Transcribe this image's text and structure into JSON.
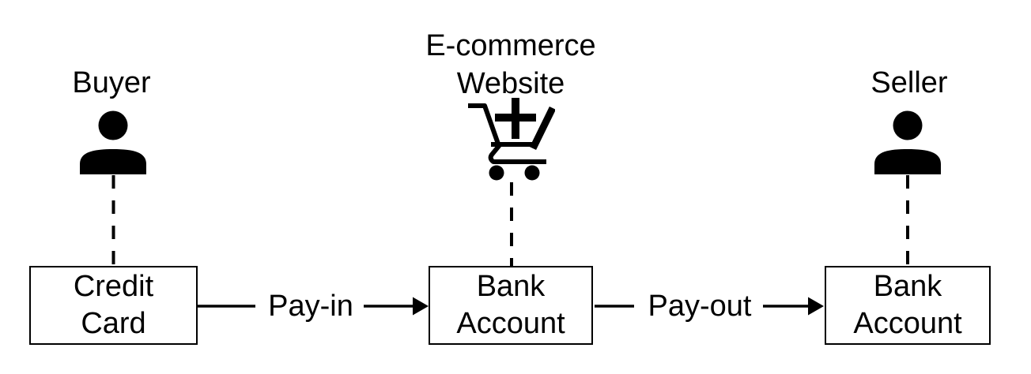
{
  "diagram": {
    "background": "#ffffff",
    "line_color": "#000000",
    "actors": [
      {
        "name": "Buyer",
        "icon": "person-icon",
        "account": "Credit\nCard"
      },
      {
        "name": "E-commerce\nWebsite",
        "icon": "cart-plus-icon",
        "account": "Bank\nAccount"
      },
      {
        "name": "Seller",
        "icon": "person-icon",
        "account": "Bank\nAccount"
      }
    ],
    "flows": [
      {
        "label": "Pay-in",
        "from": "Credit Card",
        "to": "Bank Account",
        "direction": "left-to-right"
      },
      {
        "label": "Pay-out",
        "from": "Bank Account",
        "to": "Bank Account",
        "direction": "left-to-right"
      }
    ]
  }
}
